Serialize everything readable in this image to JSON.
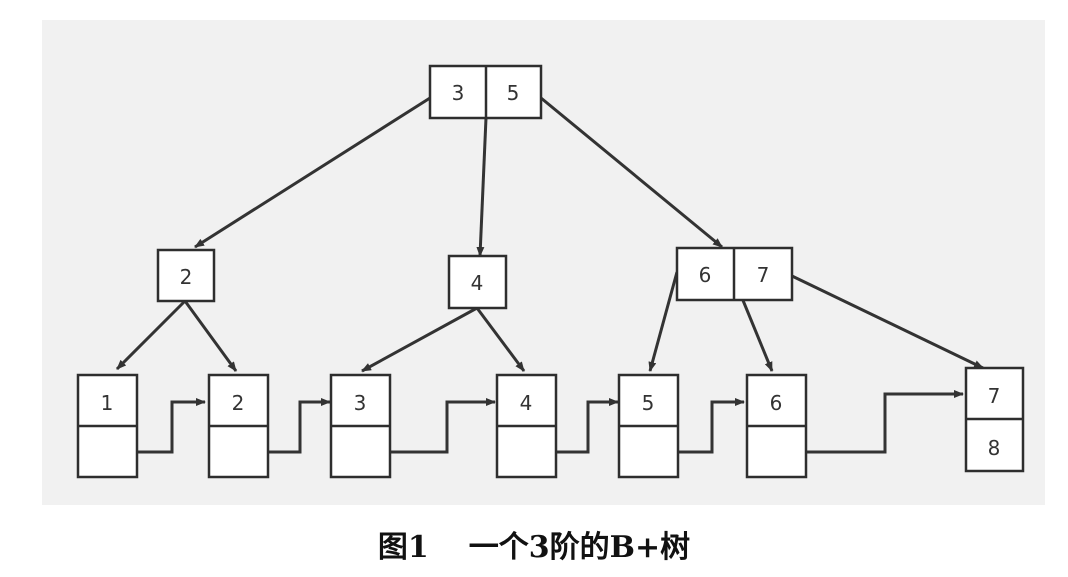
{
  "diagram": {
    "nodes": [
      {
        "id": "root",
        "keys": [
          "3",
          "5"
        ]
      },
      {
        "id": "internal-2",
        "keys": [
          "2"
        ]
      },
      {
        "id": "internal-4",
        "keys": [
          "4"
        ]
      },
      {
        "id": "internal-6-7",
        "keys": [
          "6",
          "7"
        ]
      },
      {
        "id": "leaf-1",
        "keys": [
          "1"
        ]
      },
      {
        "id": "leaf-2",
        "keys": [
          "2"
        ]
      },
      {
        "id": "leaf-3",
        "keys": [
          "3"
        ]
      },
      {
        "id": "leaf-4",
        "keys": [
          "4"
        ]
      },
      {
        "id": "leaf-5",
        "keys": [
          "5"
        ]
      },
      {
        "id": "leaf-6",
        "keys": [
          "6"
        ]
      },
      {
        "id": "leaf-7-8",
        "keys": [
          "7",
          "8"
        ]
      }
    ],
    "edges": [
      {
        "from": "root",
        "to": "internal-2"
      },
      {
        "from": "root",
        "to": "internal-4"
      },
      {
        "from": "root",
        "to": "internal-6-7"
      },
      {
        "from": "internal-2",
        "to": "leaf-1"
      },
      {
        "from": "internal-2",
        "to": "leaf-2"
      },
      {
        "from": "internal-4",
        "to": "leaf-3"
      },
      {
        "from": "internal-4",
        "to": "leaf-4"
      },
      {
        "from": "internal-6-7",
        "to": "leaf-5"
      },
      {
        "from": "internal-6-7",
        "to": "leaf-6"
      },
      {
        "from": "internal-6-7",
        "to": "leaf-7-8"
      }
    ],
    "leaf_links": [
      {
        "from": "leaf-1",
        "to": "leaf-2"
      },
      {
        "from": "leaf-2",
        "to": "leaf-3"
      },
      {
        "from": "leaf-3",
        "to": "leaf-4"
      },
      {
        "from": "leaf-4",
        "to": "leaf-5"
      },
      {
        "from": "leaf-5",
        "to": "leaf-6"
      },
      {
        "from": "leaf-6",
        "to": "leaf-7-8"
      }
    ]
  },
  "caption": {
    "figure": "图1",
    "text": "一个3阶的B+树"
  },
  "colors": {
    "panel_background": "#f1f1f1",
    "stroke": "#2e2e2e",
    "text": "#333333"
  }
}
